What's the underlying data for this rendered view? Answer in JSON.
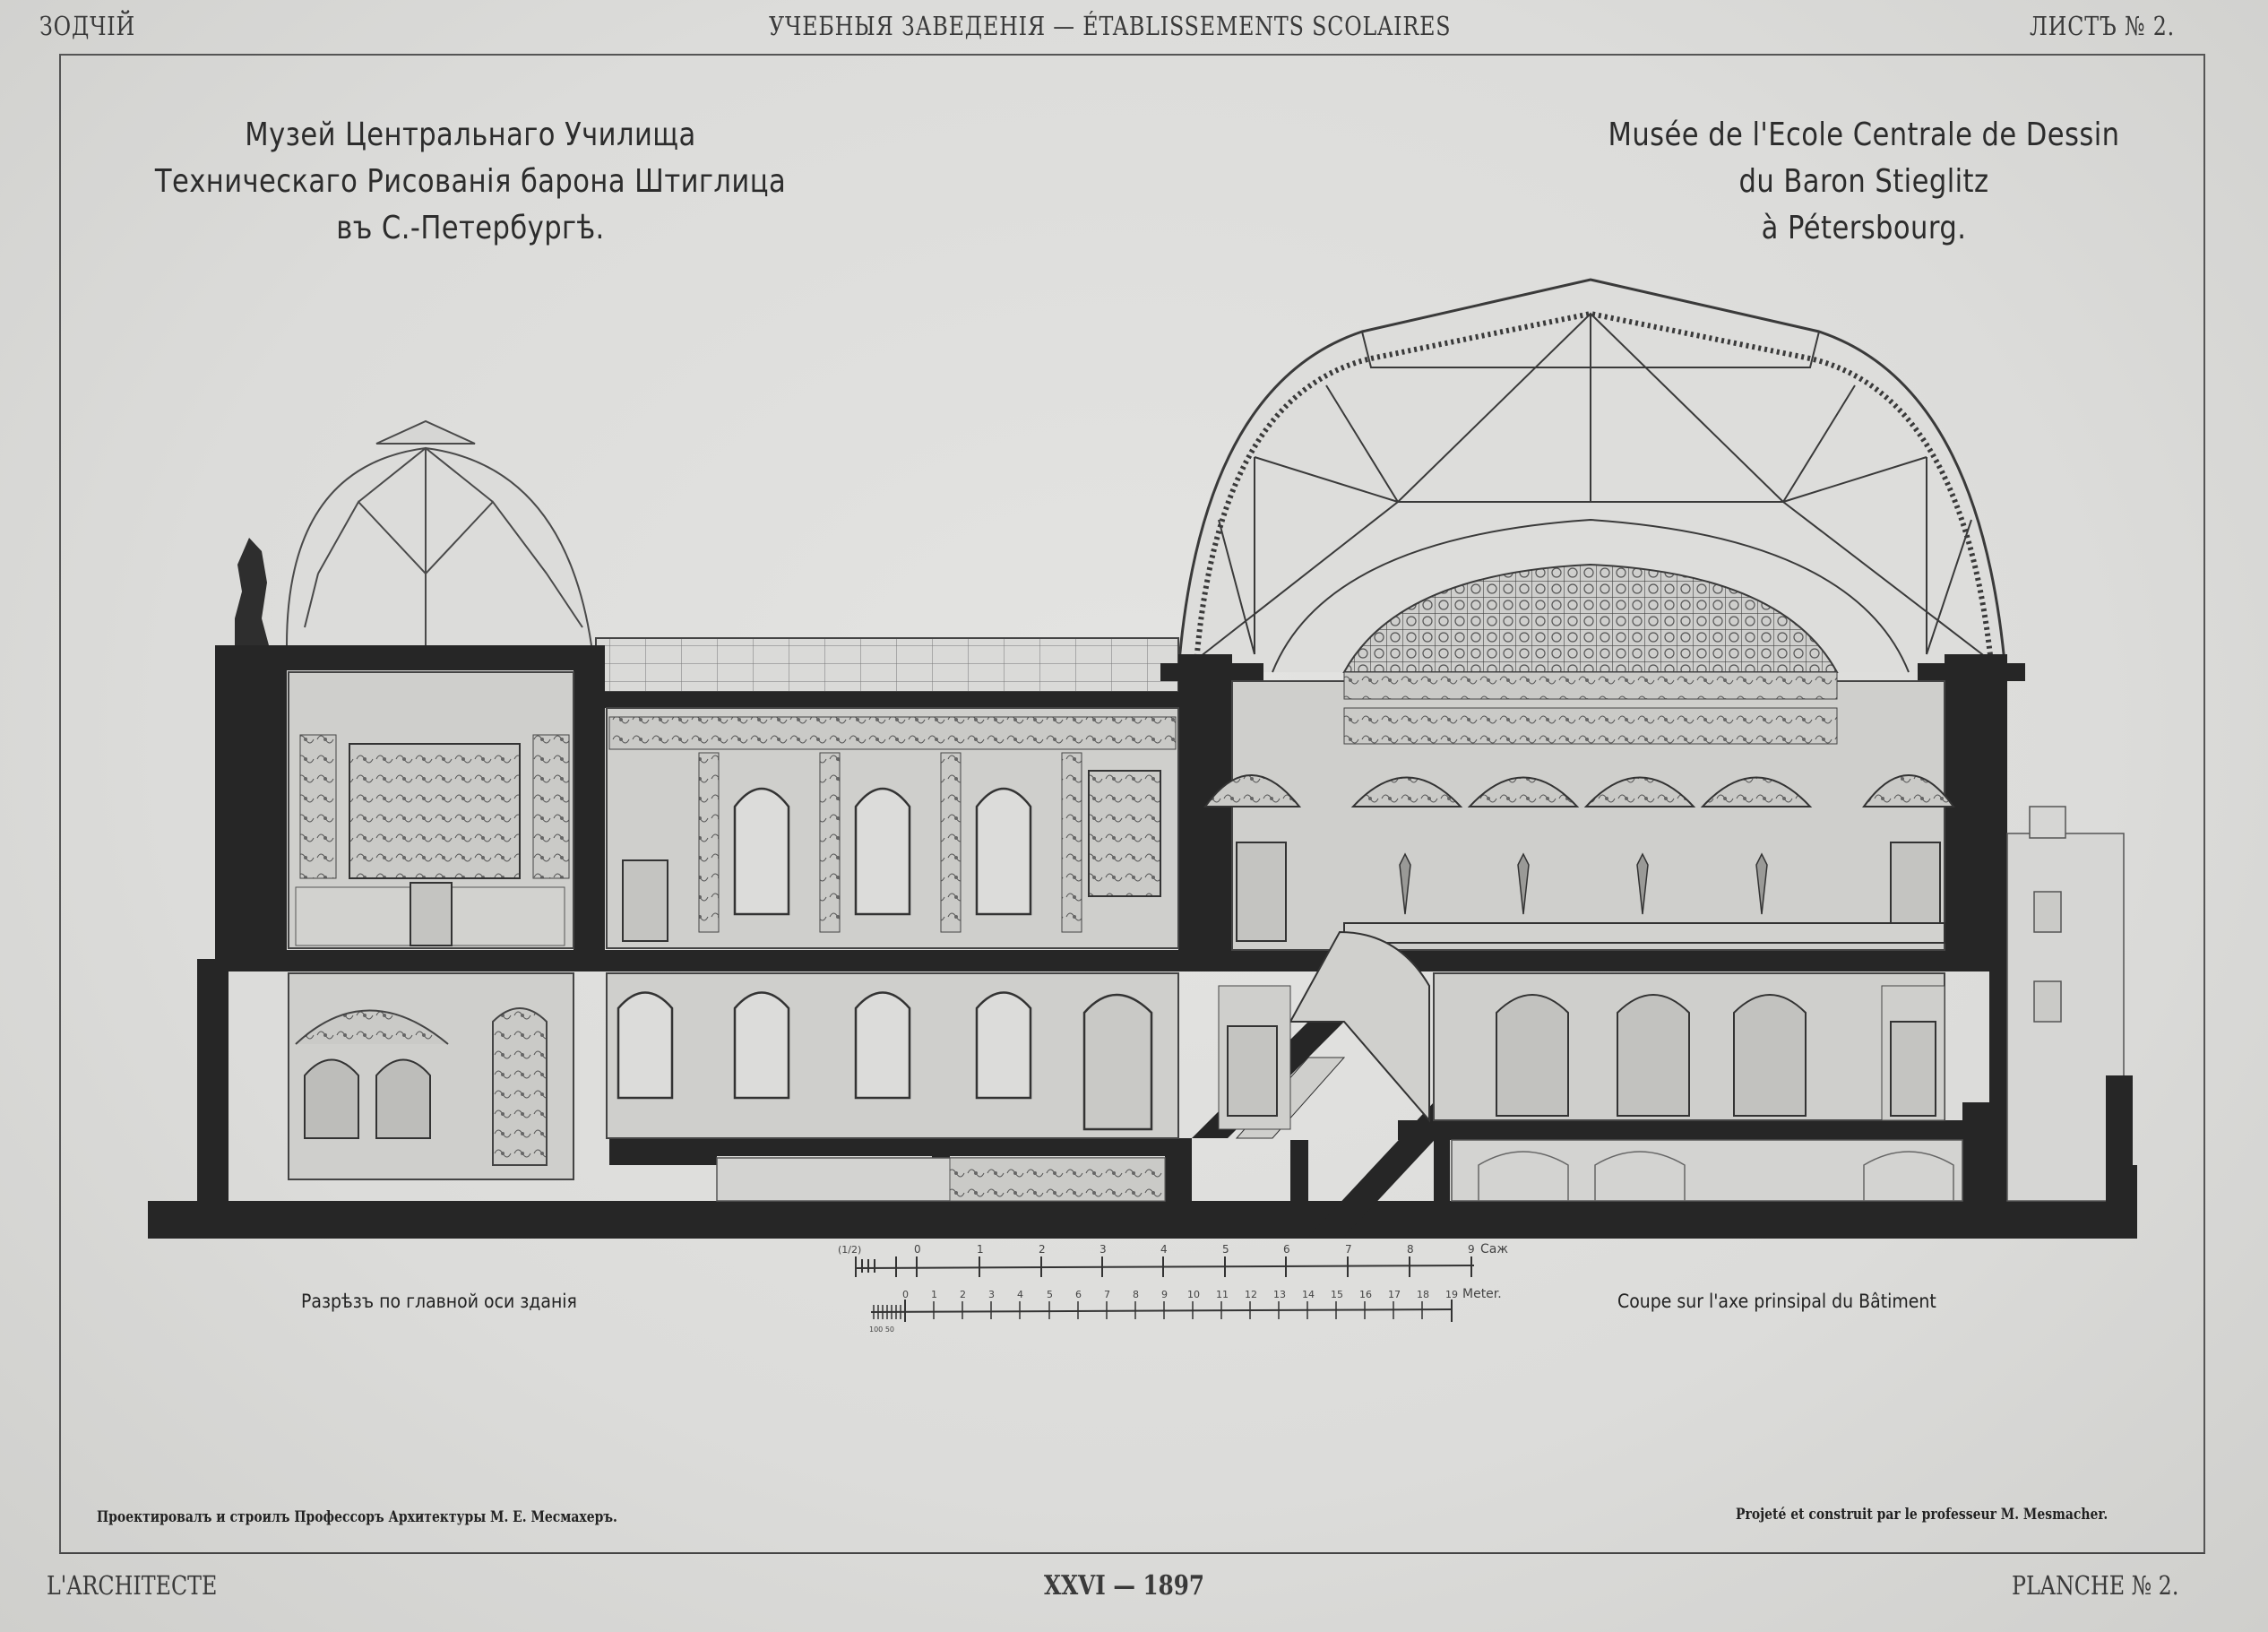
{
  "header": {
    "left": "ЗОДЧІЙ",
    "center": "УЧЕБНЫЯ ЗАВЕДЕНІЯ — ÉTABLISSEMENTS SCOLAIRES",
    "right": "ЛИСТЪ № 2."
  },
  "title_ru": {
    "line1": "Музей Центральнаго Училища",
    "line2": "Техническаго Рисованія барона Штиглица",
    "line3": "въ С.-Петербургѣ."
  },
  "title_fr": {
    "line1": "Musée de l'Ecole Centrale de Dessin",
    "line2": "du Baron Stieglitz",
    "line3": "à Pétersbourg."
  },
  "drawing": {
    "type": "architectural-section",
    "caption_ru": "Разрѣзъ по главной оси зданія",
    "caption_fr": "Coupe sur l'axe prinsipal du Bâtiment",
    "colors": {
      "wall_cut": "#262626",
      "line": "#3a3a3a",
      "fill": "#d4d4d2",
      "glass": "#cfcfcd"
    }
  },
  "scale_bars": {
    "sazhen": {
      "unit_label": "Саж",
      "sub_label": "1/2",
      "ticks": [
        "0",
        "1",
        "2",
        "3",
        "4",
        "5",
        "6",
        "7",
        "8",
        "9"
      ]
    },
    "meter": {
      "unit_label": "Meter.",
      "sub_label": "100 50",
      "ticks": [
        "0",
        "1",
        "2",
        "3",
        "4",
        "5",
        "6",
        "7",
        "8",
        "9",
        "10",
        "11",
        "12",
        "13",
        "14",
        "15",
        "16",
        "17",
        "18",
        "19"
      ]
    }
  },
  "credits": {
    "ru": "Проектировалъ и строилъ Профессоръ Архитектуры М. Е. Месмахеръ.",
    "fr": "Projeté et construit par le professeur M. Mesmacher."
  },
  "footer": {
    "left": "L'ARCHITECTE",
    "center": "XXVI — 1897",
    "right": "PLANCHE № 2."
  }
}
